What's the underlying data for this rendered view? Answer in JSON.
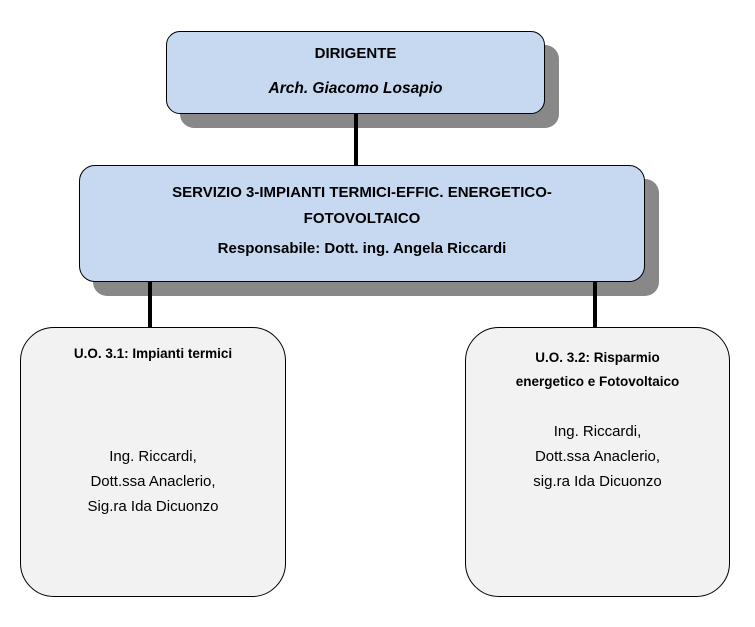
{
  "dirigente": {
    "title": "DIRIGENTE",
    "name": "Arch. Giacomo Losapio"
  },
  "servizio": {
    "title_line1": "SERVIZIO 3-IMPIANTI TERMICI-EFFIC. ENERGETICO-",
    "title_line2": "FOTOVOLTAICO",
    "responsabile": "Responsabile:   Dott. ing. Angela Riccardi"
  },
  "units": [
    {
      "title_lines": [
        "U.O. 3.1: Impianti termici"
      ],
      "staff": [
        "Ing. Riccardi,",
        "Dott.ssa Anaclerio,",
        "Sig.ra Ida Dicuonzo"
      ]
    },
    {
      "title_lines": [
        "U.O. 3.2: Risparmio",
        "energetico e Fotovoltaico"
      ],
      "staff": [
        "Ing. Riccardi,",
        "Dott.ssa Anaclerio,",
        "sig.ra Ida Dicuonzo"
      ]
    }
  ],
  "colors": {
    "header_fill": "#c6d9f1",
    "unit_fill": "#f2f2f2",
    "shadow": "#888888",
    "line": "#000000"
  }
}
